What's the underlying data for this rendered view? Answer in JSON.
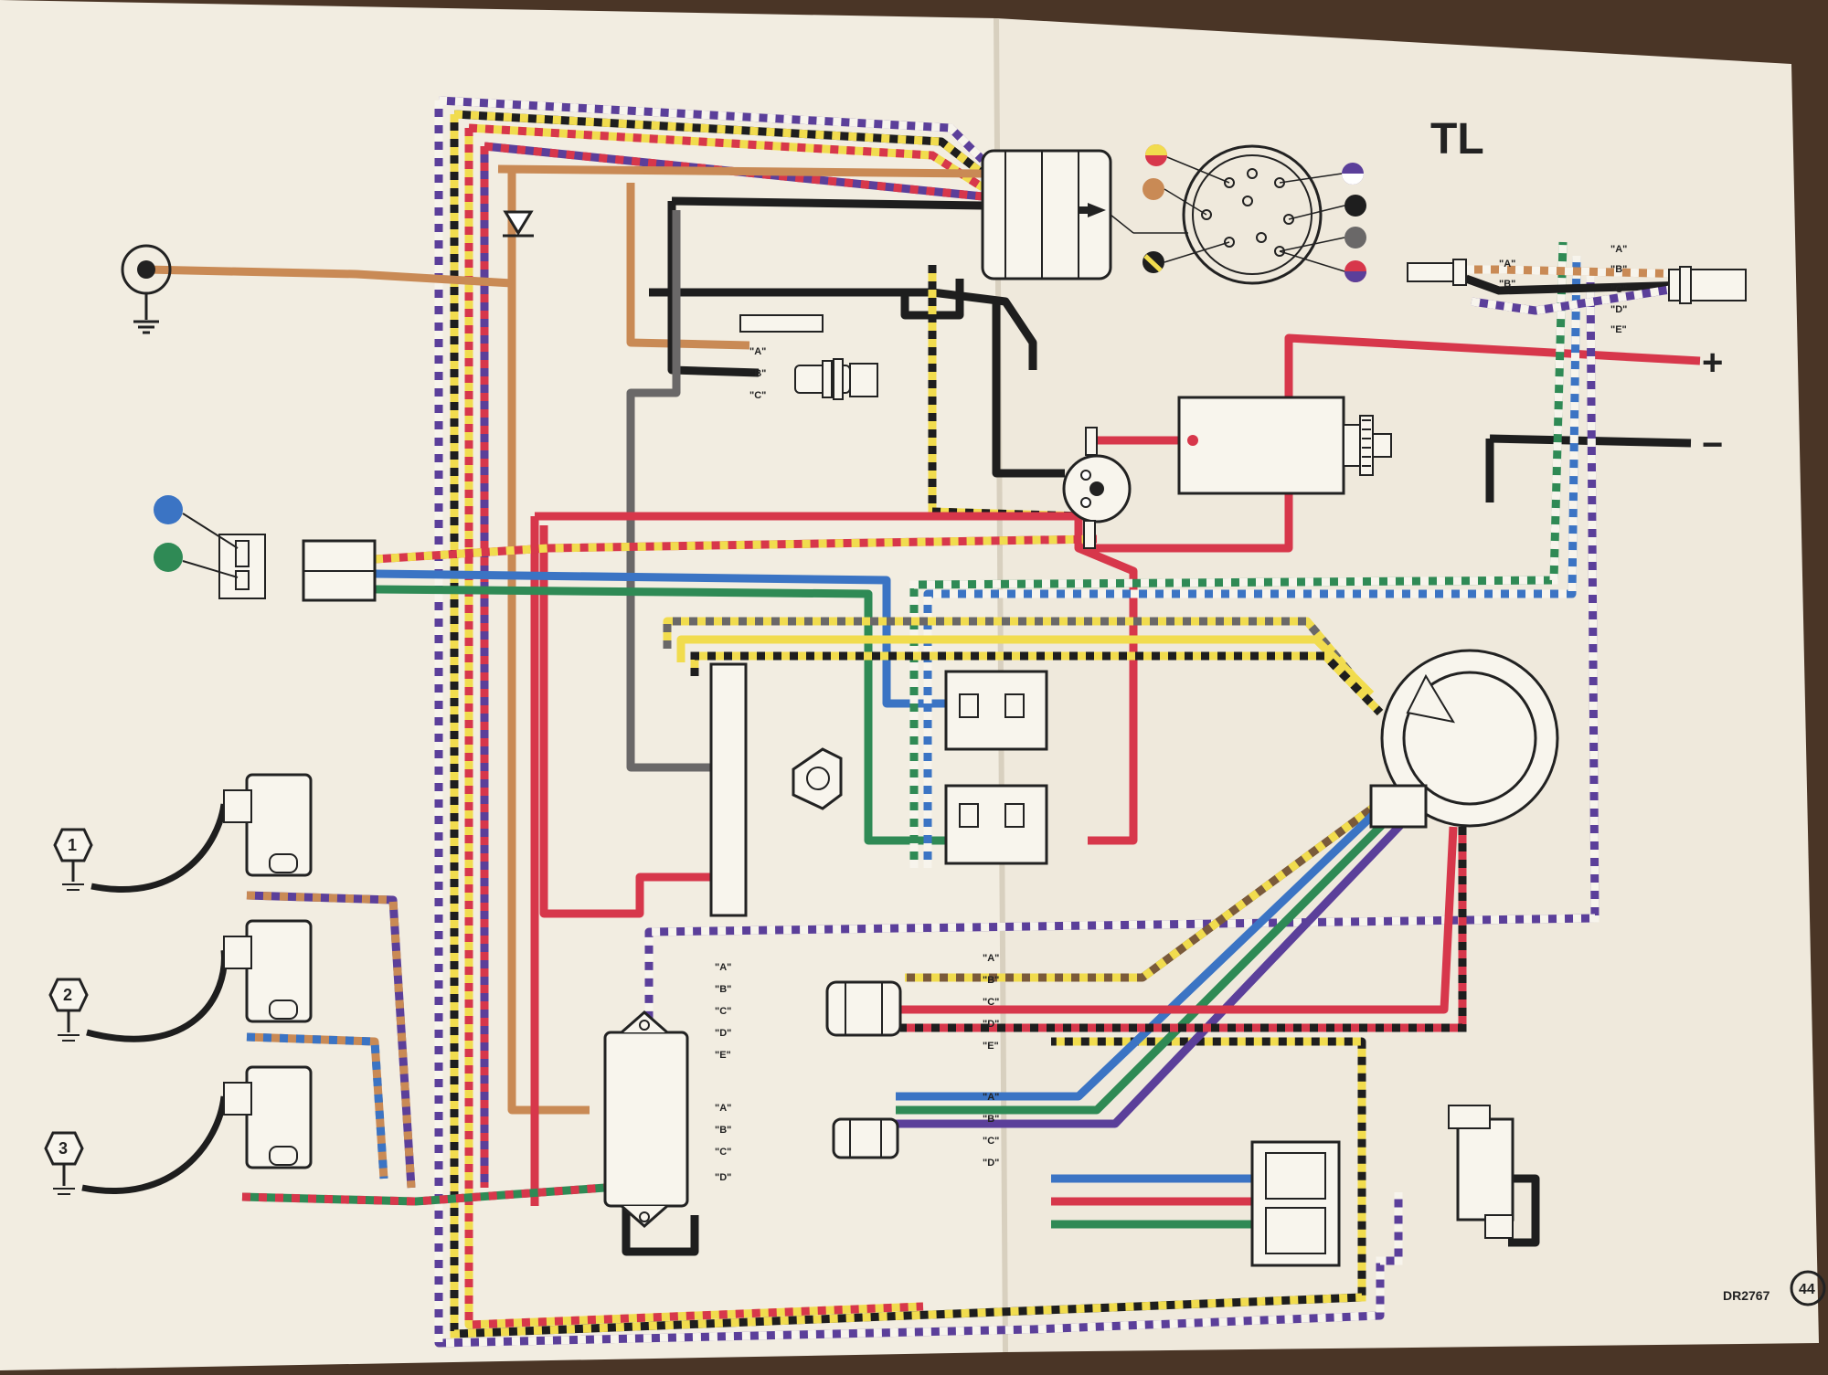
{
  "diagram": {
    "title": "TL",
    "positive_sign": "+",
    "negative_sign": "−",
    "drawing_number": "DR2767",
    "page_number": "44",
    "cylinders": [
      "1",
      "2",
      "3"
    ],
    "pin_labels_3": [
      "\"A\"",
      "\"B\"",
      "\"C\""
    ],
    "pin_labels_5": [
      "\"A\"",
      "\"B\"",
      "\"C\"",
      "\"D\"",
      "\"E\""
    ],
    "pin_labels_4": [
      "\"A\"",
      "\"B\"",
      "\"C\"",
      "\"D\""
    ]
  },
  "colors": {
    "paper": "#f1ece0",
    "black": "#1e1e1e",
    "red": "#d7374b",
    "tan": "#c98a55",
    "blue": "#3b74c4",
    "green": "#2f8a55",
    "yellow": "#f1dc4e",
    "purple": "#5b3f9a",
    "gray": "#6a6868",
    "brown": "#7a5a3a",
    "white": "#f7f4ec"
  }
}
